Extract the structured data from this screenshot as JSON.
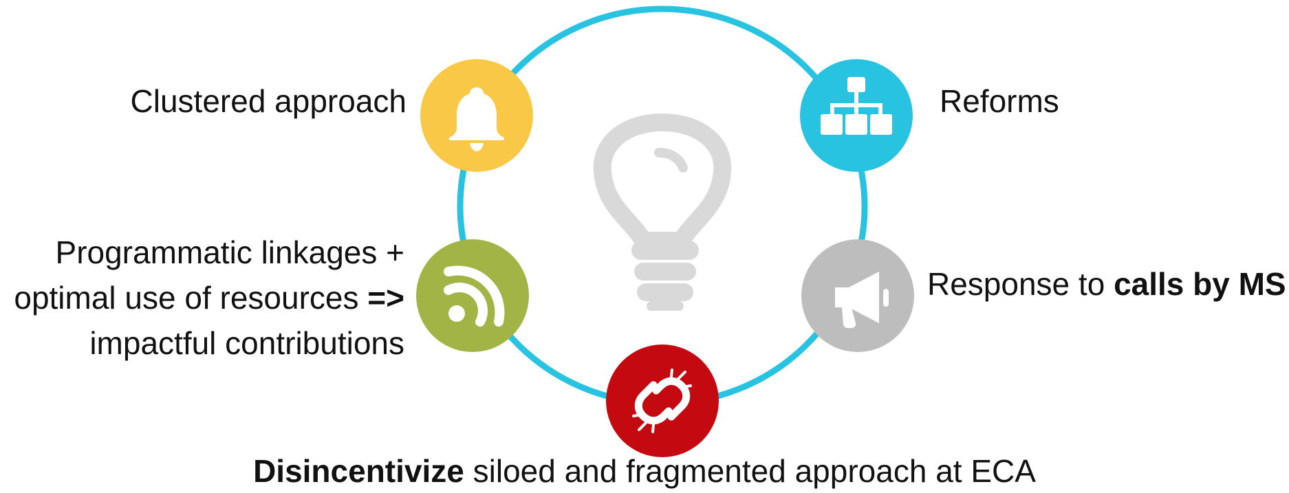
{
  "nodes": {
    "clustered": {
      "label": "Clustered approach",
      "icon": "bell-icon",
      "color": "#F9C846"
    },
    "reforms": {
      "label": "Reforms",
      "icon": "org-chart-icon",
      "color": "#29C3E2"
    },
    "linkages": {
      "line1": "Programmatic linkages +",
      "line2_text": "optimal use of resources ",
      "line2_arrow": "=>",
      "line3": "impactful contributions",
      "icon": "rss-icon",
      "color": "#A2B446"
    },
    "calls": {
      "prefix": "Response to ",
      "bold": "calls by MS",
      "icon": "megaphone-icon",
      "color": "#BDBDBD"
    },
    "disincentivize": {
      "bold": "Disincentivize",
      "rest": " siloed and fragmented approach at ECA",
      "icon": "broken-link-icon",
      "color": "#C40A10"
    }
  },
  "center": {
    "icon": "lightbulb-icon",
    "color": "#D9D9D9"
  },
  "ring_color": "#29C3E2"
}
